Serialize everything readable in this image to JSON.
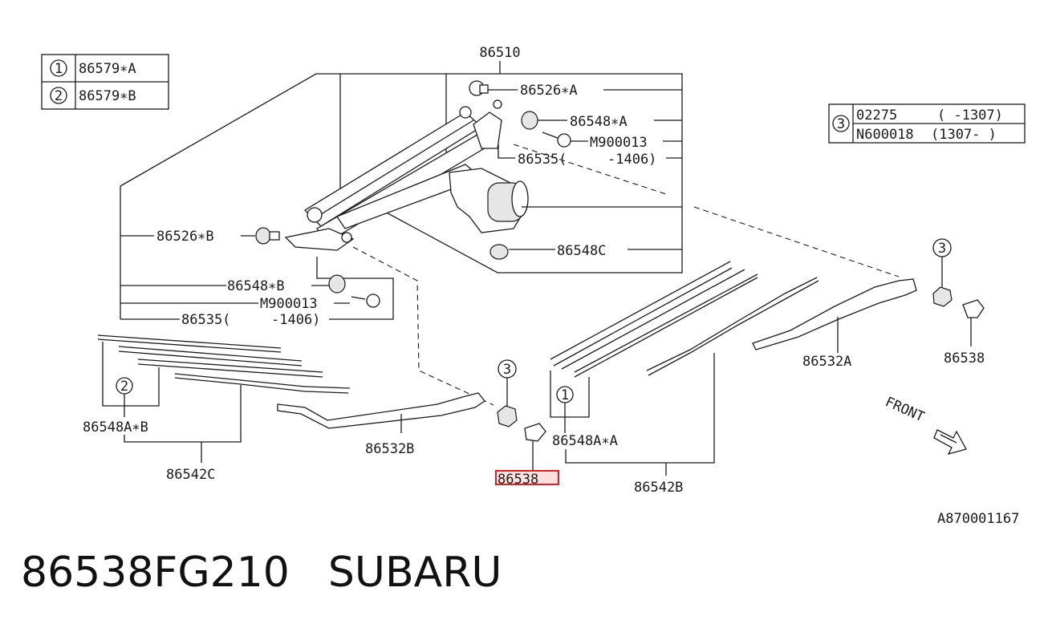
{
  "legend_left": [
    {
      "marker": "1",
      "part": "86579∗A"
    },
    {
      "marker": "2",
      "part": "86579∗B"
    }
  ],
  "legend_right": {
    "marker": "3",
    "rows": [
      {
        "part": "02275",
        "range": "(  -1307)"
      },
      {
        "part": "N600018",
        "range": "(1307-  )"
      }
    ]
  },
  "labels": {
    "assembly": "86510",
    "pivot_a": "86526∗A",
    "bushing_a": "86548∗A",
    "bolt_a": "M900013",
    "link_a": "86535(",
    "link_a_range": "-1406)",
    "pivot_b": "86526∗B",
    "grommet_c": "86548C",
    "bushing_b": "86548∗B",
    "bolt_b": "M900013",
    "link_b": "86535(",
    "link_b_range": "-1406)",
    "arm_a": "86532A",
    "cap_right": "86538",
    "arm_b": "86532B",
    "cap_center": "86538",
    "blade_insert_b": "86548A∗B",
    "blade_c": "86542C",
    "blade_insert_a": "86548A∗A",
    "blade_b": "86542B",
    "marker_1": "1",
    "marker_2": "2",
    "marker_3": "3",
    "front": "FRONT",
    "figure_id": "A870001167"
  },
  "footer": {
    "part_number": "86538FG210",
    "brand": "SUBARU"
  }
}
